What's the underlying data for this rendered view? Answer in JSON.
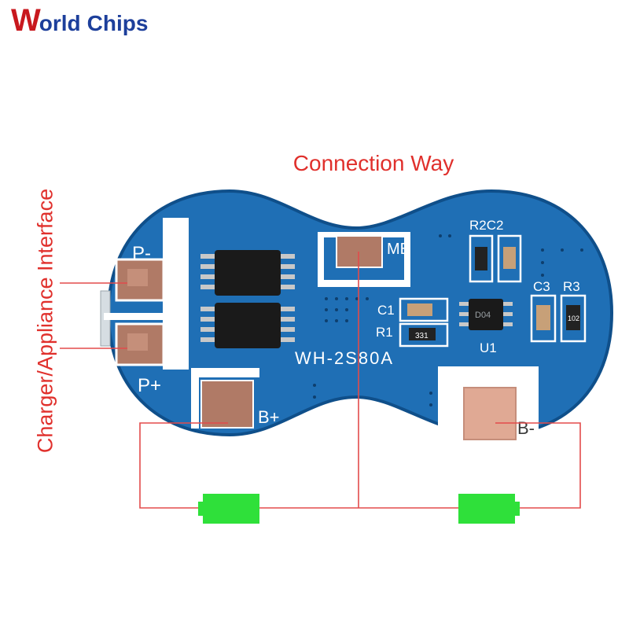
{
  "logo": {
    "letter": "W",
    "word1": "orld",
    "word2": "Chips"
  },
  "title": "Connection Way",
  "side_label": "Charger/Appliance Interface",
  "board": {
    "pad_labels": {
      "p_minus": "P-",
      "p_plus": "P+",
      "mb": "MB",
      "b_plus": "B+",
      "b_minus": "B-"
    },
    "model": "WH-2S80A",
    "components": {
      "c1": "C1",
      "r1": "R1",
      "r2c2": "R2C2",
      "c3": "C3",
      "r3": "R3",
      "u1": "U1"
    },
    "markings": {
      "r1_code": "331",
      "r3_code": "102",
      "u1_code": "D04"
    }
  },
  "colors": {
    "board": "#1f6fb5",
    "board_edge": "#0f4f8a",
    "silk": "#ffffff",
    "wire": "#e34b4b",
    "battery": "#2fe03a",
    "text_red": "#e0302c"
  }
}
